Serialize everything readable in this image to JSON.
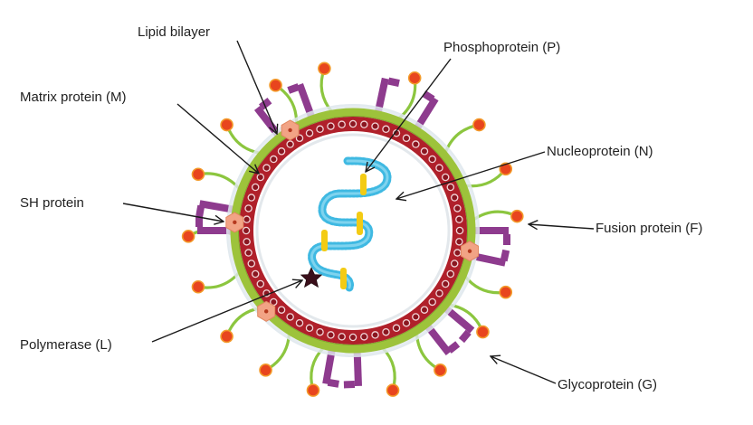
{
  "labels": {
    "lipid_bilayer": "Lipid bilayer",
    "phosphoprotein": "Phosphoprotein (P)",
    "matrix_protein": "Matrix protein (M)",
    "nucleoprotein": "Nucleoprotein (N)",
    "sh_protein": "SH protein",
    "fusion_protein": "Fusion protein (F)",
    "polymerase": "Polymerase (L)",
    "glycoprotein": "Glycoprotein (G)"
  },
  "colors": {
    "lipid_bilayer": "#9dc33b",
    "matrix_protein": "#b0202a",
    "matrix_dot": "#f2d5d8",
    "nucleoprotein": "#3fb9e2",
    "phosphoprotein": "#f3cb14",
    "glycoprotein_stalk": "#8cc63f",
    "glycoprotein_head": "#e8451e",
    "fusion_protein": "#8e3b8e",
    "sh_protein": "#f2a385",
    "polymerase": "#3a0f1a",
    "arrow": "#1a1a1a"
  }
}
